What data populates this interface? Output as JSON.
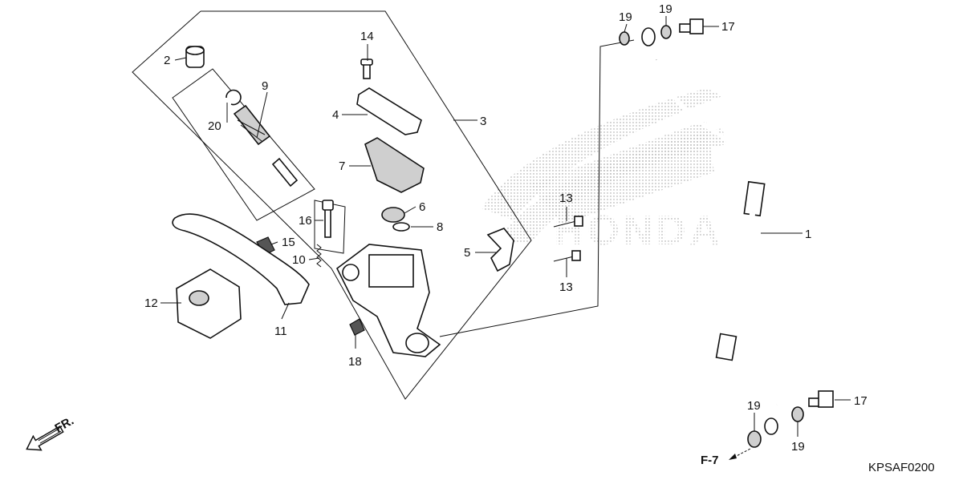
{
  "diagram": {
    "code": "KPSAF0200",
    "front_marker": "FR.",
    "ref_marker": "F-7",
    "watermark": "HONDA",
    "callouts": {
      "c1": "1",
      "c2": "2",
      "c3": "3",
      "c4": "4",
      "c5": "5",
      "c6": "6",
      "c7": "7",
      "c8": "8",
      "c9": "9",
      "c10": "10",
      "c11": "11",
      "c12": "12",
      "c13a": "13",
      "c13b": "13",
      "c14": "14",
      "c15": "15",
      "c16": "16",
      "c17a": "17",
      "c17b": "17",
      "c18": "18",
      "c19a": "19",
      "c19b": "19",
      "c19c": "19",
      "c19d": "19",
      "c20": "20"
    }
  }
}
